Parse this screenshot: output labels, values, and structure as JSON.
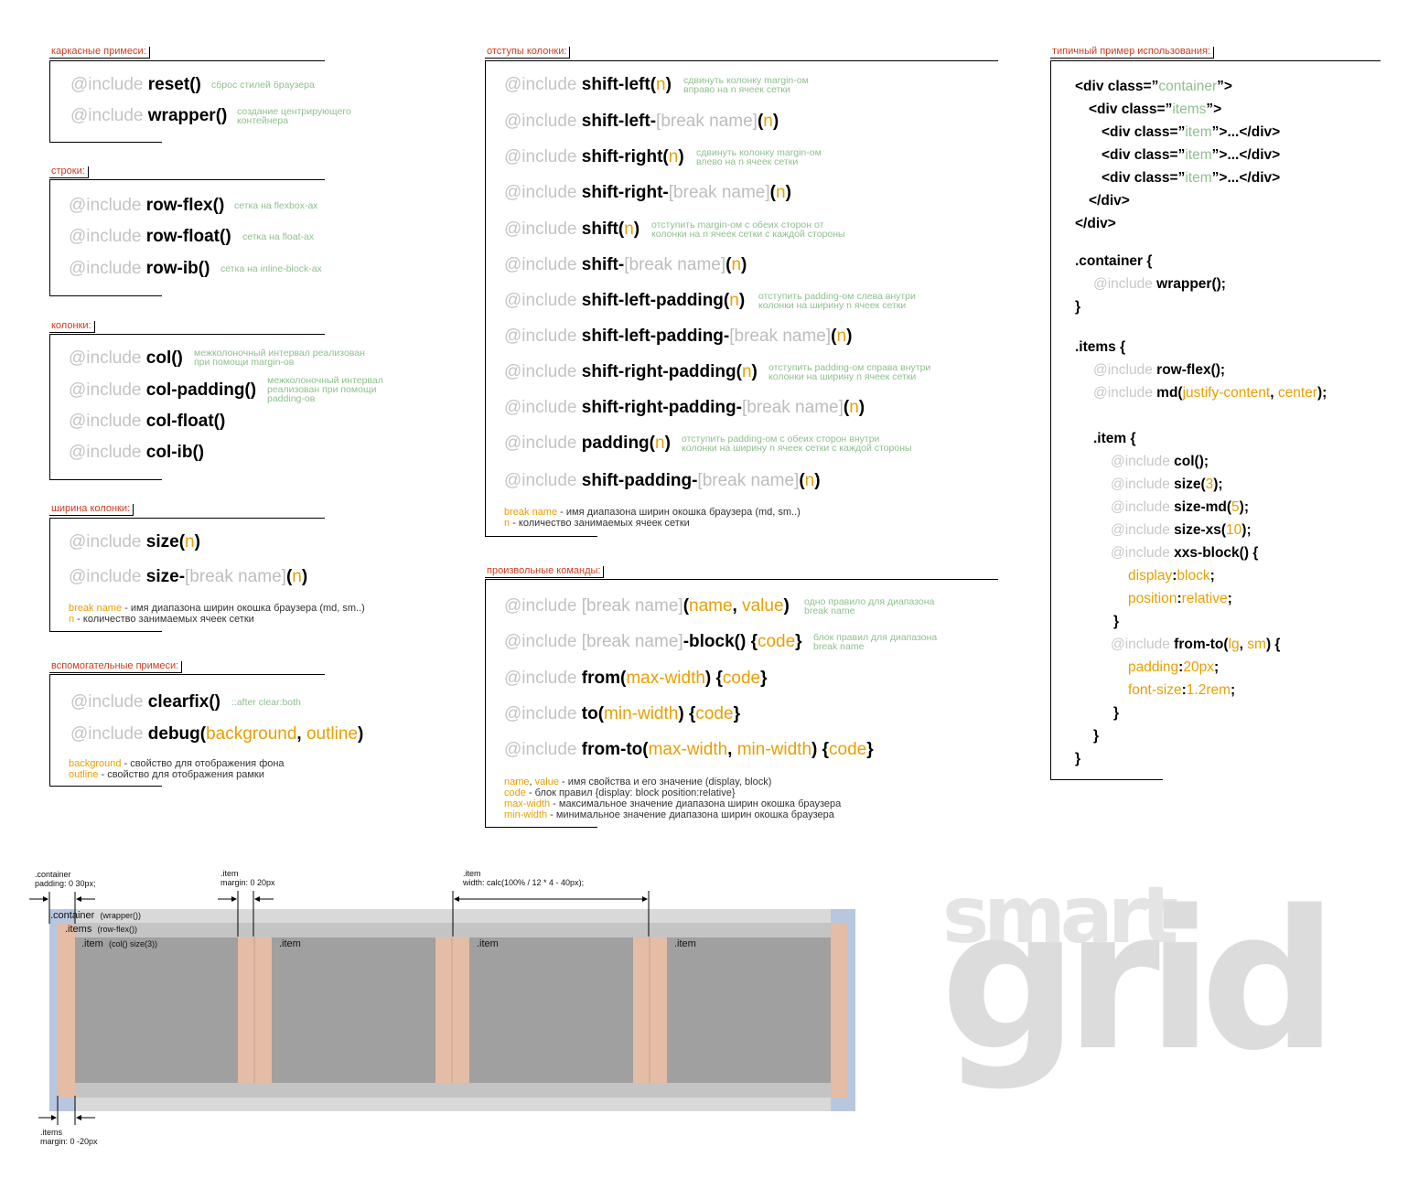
{
  "col1": {
    "s1": {
      "title": "каркасные примеси:",
      "l1": {
        "inc": "@include",
        "cmd": "reset()",
        "note": "сброс стилей браузера"
      },
      "l2": {
        "inc": "@include",
        "cmd": "wrapper()",
        "note1": "создание центрирующего",
        "note2": "контейнера"
      }
    },
    "s2": {
      "title": "строки:",
      "l1": {
        "inc": "@include",
        "cmd": "row-flex()",
        "note": "сетка на flexbox-ах"
      },
      "l2": {
        "inc": "@include",
        "cmd": "row-float()",
        "note": "сетка на float-ах"
      },
      "l3": {
        "inc": "@include",
        "cmd": "row-ib()",
        "note": "сетка на inline-block-ах"
      }
    },
    "s3": {
      "title": "колонки:",
      "l1": {
        "inc": "@include",
        "cmd": "col()",
        "note1": "межколоночный интервал реализован",
        "note2": "при помощи margin-ов"
      },
      "l2": {
        "inc": "@include",
        "cmd": "col-padding()",
        "note1": "межколоночный интервал",
        "note2": "реализован при помощи",
        "note3": "padding-ов"
      },
      "l3": {
        "inc": "@include",
        "cmd": "col-float()"
      },
      "l4": {
        "inc": "@include",
        "cmd": "col-ib()"
      }
    },
    "s4": {
      "title": "ширина колонки:",
      "l1": {
        "inc": "@include",
        "cmd": "size(",
        "arg": "n",
        "close": ")"
      },
      "l2": {
        "inc": "@include",
        "cmd": "size-",
        "bracket": "[break name]",
        "open": "(",
        "arg": "n",
        "close": ")"
      },
      "leg1k": "break name",
      "leg1v": " - имя диапазона ширин окошка браузера (md, sm..)",
      "leg2k": "n",
      "leg2v": " - количество занимаемых ячеек сетки"
    },
    "s5": {
      "title": "вспомогательные примеси:",
      "l1": {
        "inc": "@include",
        "cmd": "clearfix()",
        "note": "::after clear:both"
      },
      "l2": {
        "inc": "@include",
        "cmd": "debug(",
        "arg1": "background",
        "sep": ", ",
        "arg2": "outline",
        "close": ")"
      },
      "leg1k": "background",
      "leg1v": " - свойство для отображения фона",
      "leg2k": "outline",
      "leg2v": " - свойство для отображения рамки"
    }
  },
  "col2": {
    "s1": {
      "title": "отступы колонки:",
      "l1": {
        "inc": "@include",
        "cmd": "shift-left(",
        "arg": "n",
        "close": ")",
        "note1": "сдвинуть колонку margin-ом",
        "note2": "вправо на n ячеек сетки"
      },
      "l2": {
        "inc": "@include",
        "cmd": "shift-left-",
        "bracket": "[break name]",
        "open": "(",
        "arg": "n",
        "close": ")"
      },
      "l3": {
        "inc": "@include",
        "cmd": "shift-right(",
        "arg": "n",
        "close": ")",
        "note1": "сдвинуть колонку margin-ом",
        "note2": "влево на n ячеек сетки"
      },
      "l4": {
        "inc": "@include",
        "cmd": "shift-right-",
        "bracket": "[break name]",
        "open": "(",
        "arg": "n",
        "close": ")"
      },
      "l5": {
        "inc": "@include",
        "cmd": "shift(",
        "arg": "n",
        "close": ")",
        "note1": "отступить margin-ом с обеих сторон от",
        "note2": "колонки на n ячеек сетки с каждой стороны"
      },
      "l6": {
        "inc": "@include",
        "cmd": "shift-",
        "bracket": "[break name]",
        "open": "(",
        "arg": "n",
        "close": ")"
      },
      "l7": {
        "inc": "@include",
        "cmd": "shift-left-padding(",
        "arg": "n",
        "close": ")",
        "note1": "отступить padding-ом слева внутри",
        "note2": "колонки на ширину n ячеек сетки"
      },
      "l8": {
        "inc": "@include",
        "cmd": "shift-left-padding-",
        "bracket": "[break name]",
        "open": "(",
        "arg": "n",
        "close": ")"
      },
      "l9": {
        "inc": "@include",
        "cmd": "shift-right-padding(",
        "arg": "n",
        "close": ")",
        "note1": "отступить padding-ом справа внутри",
        "note2": "колонки на ширину n ячеек сетки"
      },
      "l10": {
        "inc": "@include",
        "cmd": "shift-right-padding-",
        "bracket": "[break name]",
        "open": "(",
        "arg": "n",
        "close": ")"
      },
      "l11": {
        "inc": "@include",
        "cmd": "padding(",
        "arg": "n",
        "close": ")",
        "note1": "отступить padding-ом с обеих сторон внутри",
        "note2": "колонки на ширину n ячеек сетки с каждой стороны"
      },
      "l12": {
        "inc": "@include",
        "cmd": "shift-padding-",
        "bracket": "[break name]",
        "open": "(",
        "arg": "n",
        "close": ")"
      },
      "leg1k": "break name",
      "leg1v": " - имя диапазона ширин окошка браузера (md, sm..)",
      "leg2k": "n",
      "leg2v": " - количество занимаемых ячеек сетки"
    },
    "s2": {
      "title": "произвольные команды:",
      "l1": {
        "inc": "@include",
        "bracket": "[break name]",
        "open": "(",
        "a1": "name",
        "sep": ", ",
        "a2": "value",
        "close": ")",
        "note1": "одно правило для диапазона",
        "note2": "break name"
      },
      "l2": {
        "inc": "@include",
        "bracket": "[break name]",
        "cmd": "-block() {",
        "code": "code",
        "close": "}",
        "note1": "блок правил для диапазона",
        "note2": "break name"
      },
      "l3": {
        "inc": "@include",
        "cmd": "from(",
        "a1": "max-width",
        "mid": ") {",
        "code": "code",
        "close": "}"
      },
      "l4": {
        "inc": "@include",
        "cmd": "to(",
        "a1": "min-width",
        "mid": ") {",
        "code": "code",
        "close": "}"
      },
      "l5": {
        "inc": "@include",
        "cmd": "from-to(",
        "a1": "max-width",
        "sep": ", ",
        "a2": "min-width",
        "mid": ") {",
        "code": "code",
        "close": "}"
      },
      "leg1a": "name",
      "leg1s": ", ",
      "leg1b": "value",
      "leg1v": " - имя свойства и его значение (display, block)",
      "leg2k": "code",
      "leg2v": " - блок правил {display: block position:relative}",
      "leg3k": "max-width",
      "leg3v": " - максимальное значение диапазона ширин окошка браузера",
      "leg4k": "min-width",
      "leg4v": " - минимальное значение диапазона ширин окошка браузера"
    }
  },
  "col3": {
    "title": "типичный пример использования:",
    "c1a": "<div class=”",
    "c1b": "container",
    "c1c": "”>",
    "c2a": "<div  class=”",
    "c2b": "items",
    "c2c": "”>",
    "c3a": "<div  class=”",
    "c3b": "item",
    "c3c": "”>...</div>",
    "c4a": "<div  class=”",
    "c4b": "item",
    "c4c": "”>...</div>",
    "c5a": "<div  class=”",
    "c5b": "item",
    "c5c": "”>...</div>",
    "c6": "</div>",
    "c7": "</div>",
    "c8": ".container {",
    "c9a": "@include",
    "c9b": " wrapper();",
    "c10": "}",
    "c11": ".items {",
    "c12a": "@include",
    "c12b": " row-flex();",
    "c13a": "@include",
    "c13b": " md(",
    "c13c": "justify-content",
    "c13d": ", ",
    "c13e": "center",
    "c13f": ");",
    "c14": ".item {",
    "c15a": "@include",
    "c15b": " col();",
    "c16a": "@include",
    "c16b": " size(",
    "c16c": "3",
    "c16d": ");",
    "c17a": "@include",
    "c17b": " size-md(",
    "c17c": "5",
    "c17d": ");",
    "c18a": "@include",
    "c18b": " size-xs(",
    "c18c": "10",
    "c18d": ");",
    "c19a": "@include",
    "c19b": " xxs-block() {",
    "c20a": "display",
    "c20b": ":",
    "c20c": "block",
    "c20d": ";",
    "c21a": "position",
    "c21b": ":",
    "c21c": "relative",
    "c21d": ";",
    "c22": "}",
    "c23a": "@include",
    "c23b": " from-to(",
    "c23c": "lg",
    "c23d": ", ",
    "c23e": "sm",
    "c23f": ") {",
    "c24a": "padding",
    "c24b": ":",
    "c24c": "20px",
    "c24d": ";",
    "c25a": "font-size",
    "c25b": ":",
    "c25c": "1.2rem",
    "c25d": ";",
    "c26": "}",
    "c27": "}",
    "c28": "}"
  },
  "diagram": {
    "ann_container1": ".container",
    "ann_container2": "padding: 0 30px;",
    "ann_item1a": ".item",
    "ann_item1b": "margin: 0 20px",
    "ann_item2a": ".item",
    "ann_item2b": "width: calc(100% / 12 * 4 - 40px);",
    "ann_items1": ".items",
    "ann_items2": "margin: 0 -20px",
    "lbl_container": ".container",
    "lbl_container_note": "(wrapper())",
    "lbl_items": ".items",
    "lbl_items_note": "(row-flex())",
    "lbl_item1": ".item",
    "lbl_item1_note": "(col() size(3))",
    "lbl_item2": ".item",
    "lbl_item3": ".item",
    "lbl_item4": ".item",
    "colors": {
      "container": "#d9d9d9",
      "container_pad": "#b8c7df",
      "items": "#c4c4c4",
      "margin": "#e5bca5",
      "item": "#a0a0a0"
    }
  },
  "logo": {
    "line1": "smart",
    "line2": "grid"
  }
}
